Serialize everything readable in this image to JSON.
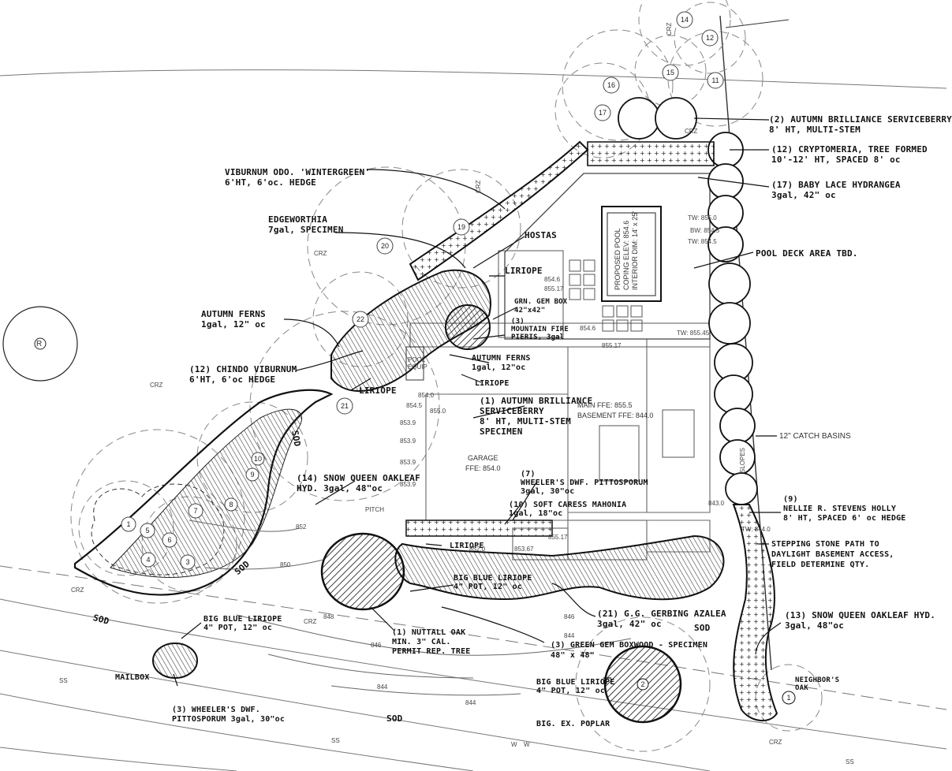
{
  "labels": {
    "serviceberry_top": [
      "(2) AUTUMN BRILLIANCE SERVICEBERRY",
      "8' HT, MULTI-STEM"
    ],
    "cryptomeria": [
      "(12) CRYPTOMERIA, TREE FORMED",
      "10'-12' HT, SPACED 8' oc"
    ],
    "hydrangea_baby": [
      "(17) BABY LACE HYDRANGEA",
      "3gal, 42\" oc"
    ],
    "pool_deck": "POOL DECK AREA TBD.",
    "viburnum": [
      "VIBURNUM ODO. 'WINTERGREEN'",
      "6'HT, 6'oc. HEDGE"
    ],
    "edgeworthia": [
      "EDGEWORTHIA",
      "7gal, SPECIMEN"
    ],
    "hostas": "HOSTAS",
    "liriope_a": "LIRIOPE",
    "grn_gem_box": [
      "GRN. GEM BOX",
      "42\"x42\""
    ],
    "mountain_fire": [
      "(3)",
      "MOUNTAIN FIRE",
      "PIERIS, 3gal"
    ],
    "autumn_ferns_left": [
      "AUTUMN FERNS",
      "1gal, 12\" oc"
    ],
    "chindo": [
      "(12) CHINDO VIBURNUM",
      "6'HT, 6'oc HEDGE"
    ],
    "autumn_ferns_mid": [
      "AUTUMN FERNS",
      "1gal, 12\"oc"
    ],
    "liriope_b": "LIRIOPE",
    "liriope_c": "LIRIOPE",
    "serviceberry_mid": [
      "(1) AUTUMN BRILLIANCE",
      "SERVICEBERRY",
      "8' HT, MULTI-STEM",
      "SPECIMEN"
    ],
    "main_ffe": [
      "MAIN FFE: 855.5",
      "BASEMENT FFE: 844.0"
    ],
    "catch_basins": "12\" CATCH BASINS",
    "garage": [
      "GARAGE",
      "FFE: 854.0"
    ],
    "pittosporum_mid": [
      "(7)",
      "WHEELER'S DWF. PITTOSPORUM",
      "3gal, 30\"oc"
    ],
    "mahonia": [
      "(10) SOFT CARESS MAHONIA",
      "1gal, 18\"oc"
    ],
    "snow_queen_mid": [
      "(14) SNOW QUEEN OAKLEAF",
      "HYD. 3gal, 48\"oc"
    ],
    "holly": [
      "(9)",
      "NELLIE R. STEVENS HOLLY",
      "8' HT, SPACED 6' oc HEDGE"
    ],
    "stepping": [
      "STEPPING STONE PATH TO",
      "DAYLIGHT BASEMENT ACCESS,",
      "FIELD DETERMINE QTY."
    ],
    "liriope_d": "LIRIOPE",
    "big_blue_1": [
      "BIG BLUE LIRIOPE",
      "4\" POT, 12\" oc"
    ],
    "azalea": [
      "(21) G.G. GERBING AZALEA",
      "3gal, 42\" oc"
    ],
    "boxwood": [
      "(3) GREEN GEM BOXWOOD - SPECIMEN",
      "48\" x 48\""
    ],
    "nuttall": [
      "(1) NUTTALL OAK",
      "MIN. 3\" CAL.",
      "PERMIT REP. TREE"
    ],
    "big_blue_2": [
      "BIG BLUE LIRIOPE",
      "4\" POT, 12\" oc"
    ],
    "big_blue_3": [
      "BIG BLUE LIRIOPE",
      "4\" POT, 12\" oc"
    ],
    "poplar": "BIG. EX. POPLAR",
    "snow_queen_right": [
      "(13) SNOW QUEEN OAKLEAF HYD.",
      "3gal, 48\"oc"
    ],
    "neighbors_oak": [
      "NEIGHBOR'S",
      "OAK"
    ],
    "mailbox": "MAILBOX",
    "pittosporum_low": [
      "(3) WHEELER'S DWF.",
      "PITTOSPORUM 3gal, 30\"oc"
    ],
    "pool": [
      "PROPOSED POOL",
      "COPING ELEV: 854.6",
      "INTERIOR DIM: 14' x 25'"
    ],
    "pool_equip": [
      "POOL",
      "EQUIP"
    ],
    "sod": [
      "SOD",
      "SOD",
      "SOD",
      "SOD",
      "SOD"
    ],
    "slopes": "SLOPES",
    "pitch": "PITCH",
    "r_marker": "R"
  },
  "elevations": [
    "TW: 855.0",
    "BW: 854.5",
    "TW: 854.5",
    "TW: 855.45",
    "854.6",
    "855.17",
    "854.6",
    "855.17",
    "854.0",
    "855.0",
    "854.5",
    "853.9",
    "853.9",
    "853.9",
    "853.9",
    "843.0",
    "TW: 844.0",
    "855.17",
    "852.0",
    "853.67"
  ],
  "contours": [
    "852",
    "850",
    "848",
    "846",
    "844",
    "844",
    "846",
    "844"
  ],
  "tree_numbers": [
    "14",
    "12",
    "16",
    "15",
    "11",
    "17",
    "19",
    "20",
    "22",
    "21",
    "10",
    "9",
    "8",
    "7",
    "1",
    "5",
    "6",
    "4",
    "3",
    "2",
    "1"
  ],
  "crz": "CRZ",
  "utility": [
    "SS",
    "SS",
    "SS",
    "W",
    "W"
  ]
}
